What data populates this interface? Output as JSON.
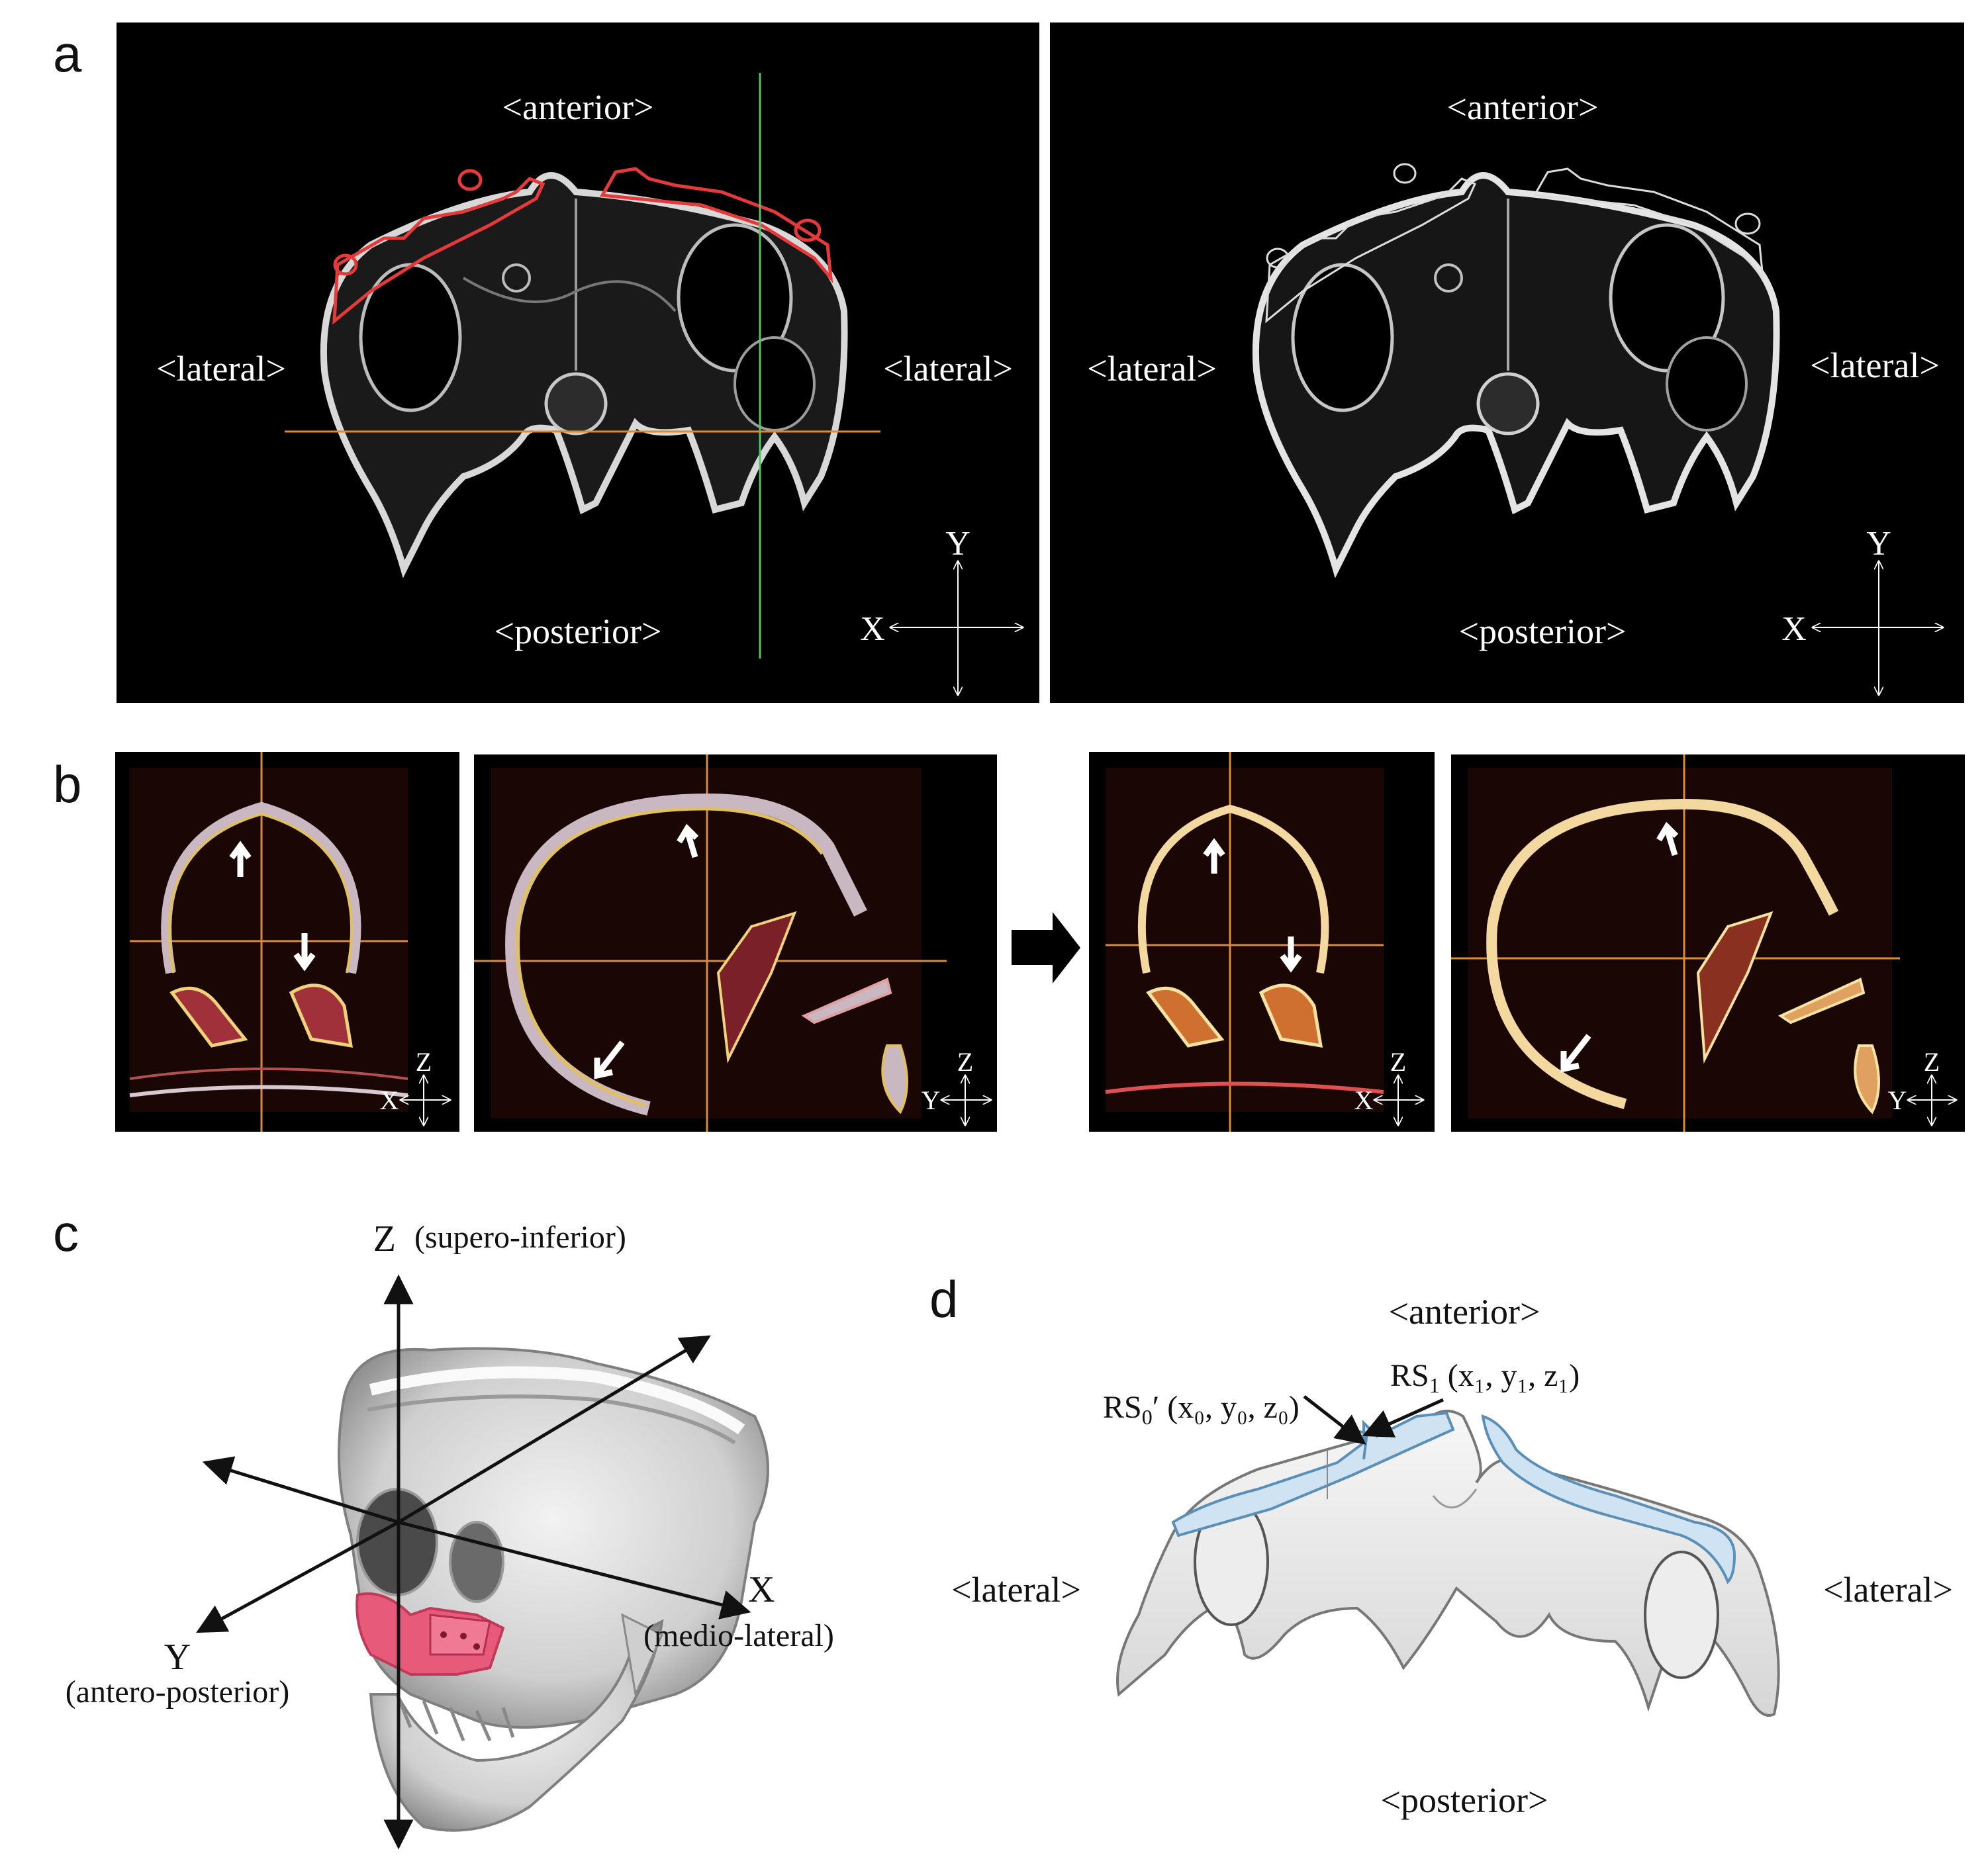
{
  "panels": {
    "a": {
      "label": "a",
      "left": {
        "anterior": "<anterior>",
        "lateral_left": "<lateral>",
        "lateral_right": "<lateral>",
        "posterior": "<posterior>",
        "axis_y": "Y",
        "axis_x": "X"
      },
      "right": {
        "anterior": "<anterior>",
        "lateral_left": "<lateral>",
        "lateral_right": "<lateral>",
        "posterior": "<posterior>",
        "axis_y": "Y",
        "axis_x": "X"
      }
    },
    "b": {
      "label": "b",
      "views": [
        {
          "axis_z": "Z",
          "axis_h": "X"
        },
        {
          "axis_z": "Z",
          "axis_h": "Y"
        },
        {
          "axis_z": "Z",
          "axis_h": "X"
        },
        {
          "axis_z": "Z",
          "axis_h": "Y"
        }
      ]
    },
    "c": {
      "label": "c",
      "z_axis": "Z",
      "z_desc": "(supero-inferior)",
      "x_axis": "X",
      "x_desc": "(medio-lateral)",
      "y_axis": "Y",
      "y_desc": "(antero-posterior)"
    },
    "d": {
      "label": "d",
      "anterior": "<anterior>",
      "lateral_left": "<lateral>",
      "lateral_right": "<lateral>",
      "posterior": "<posterior>",
      "rs0": {
        "name": "RS",
        "sub": "0",
        "rest": "′ (x₀, y₀, z₀)"
      },
      "rs1": {
        "name": "RS",
        "sub": "1",
        "rest": " (x₁, y₁, z₁)"
      }
    }
  },
  "colors": {
    "scan_bg": "#000000",
    "contour_red": "#e63a3a",
    "crosshair_green": "#52c46a",
    "crosshair_orange": "#d98b3a",
    "overlay_yellow": "#f0d27a",
    "implant_pink": "#e85a7a",
    "guide_blue": "#cfe3f3"
  }
}
